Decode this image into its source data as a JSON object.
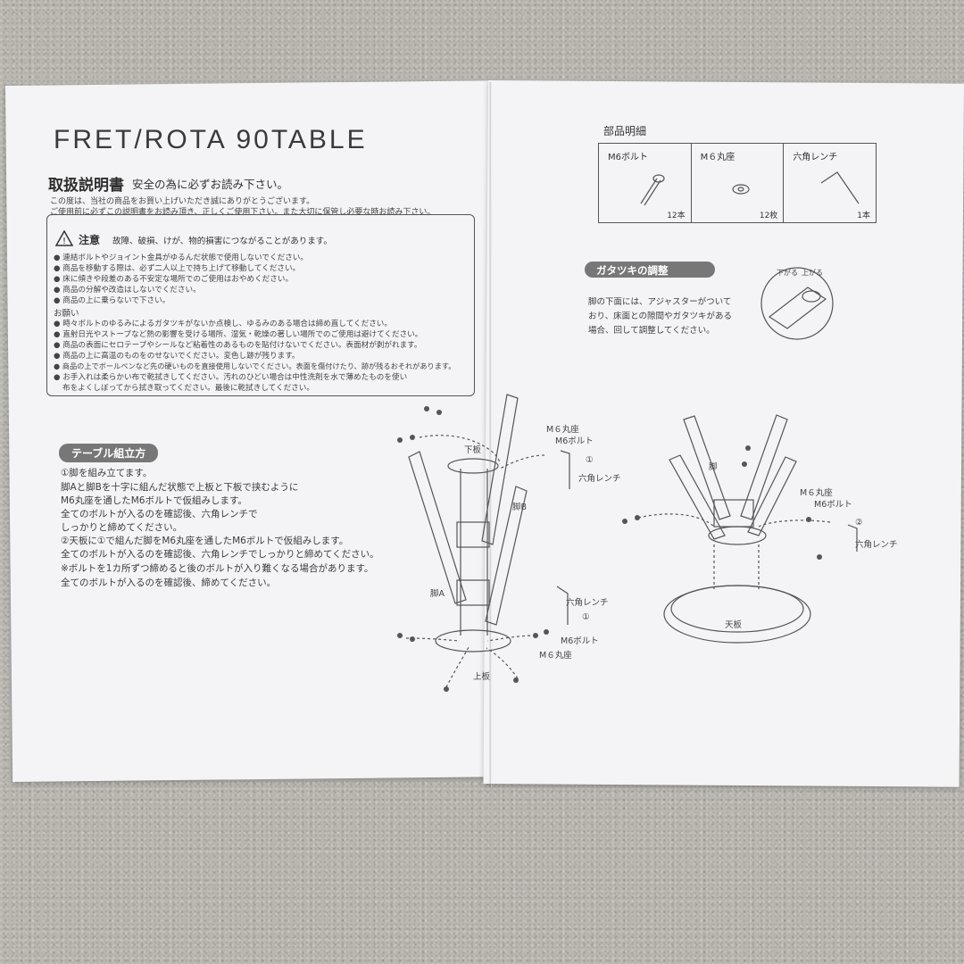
{
  "title": "FRET/ROTA 90TABLE",
  "heading": "取扱説明書",
  "subheading": "安全の為に必ずお読み下さい。",
  "intro": [
    "この度は、当社の商品をお買い上げいただき誠にありがとうございます。",
    "ご使用前に必ずこの説明書をお読み頂き、正しくご使用下さい。また大切に保管し必要な時お読み下さい。"
  ],
  "caution": {
    "label": "注意",
    "text": "故障、破損、けが、物的損害につながることがあります。",
    "items": [
      "連結ボルトやジョイント金具がゆるんだ状態で使用しないでください。",
      "商品を移動する際は、必ず二人以上で持ち上げて移動してください。",
      "床に傾きや段差のある不安定な場所でのご使用はおやめください。",
      "商品の分解や改造はしないでください。",
      "商品の上に乗らないで下さい。"
    ],
    "request_label": "お願い",
    "requests": [
      "時々ボルトのゆるみによるガタツキがないか点検し、ゆるみのある場合は締め直してください。",
      "直射日光やストーブなど熱の影響を受ける場所、湿気・乾燥の著しい場所でのご使用は避けてください。",
      "商品の表面にセロテープやシールなど粘着性のあるものを貼付けないでください。表面材が剥がれます。",
      "商品の上に高温のものをのせないでください。変色し跡が残ります。",
      "商品の上でボールペンなど先の硬いものを直接使用しないでください。表面を傷付けたり、跡が残るおそれがあります。",
      "お手入れは柔らかい布で乾拭きしてください。汚れのひどい場合は中性洗剤を水で薄めたものを使い",
      "布をよくしぼってから拭き取ってください。最後に乾拭きしてください。"
    ]
  },
  "assembly": {
    "section_title": "テーブル組立方",
    "lines": [
      "①脚を組み立てます。",
      "脚Aと脚Bを十字に組んだ状態で上板と下板で挟むように",
      "M6丸座を通したM6ボルトで仮組みします。",
      "全てのボルトが入るのを確認後、六角レンチで",
      "しっかりと締めてください。",
      "②天板に①で組んだ脚をM6丸座を通したM6ボルトで仮組みします。",
      "全てのボルトが入るのを確認後、六角レンチでしっかりと締めてください。",
      "※ボルトを1カ所ずつ締めると後のボルトが入り難くなる場合があります。",
      "全てのボルトが入るのを確認後、締めてください。"
    ],
    "labels": {
      "shitaita": "下板",
      "kyaku_b": "脚B",
      "kyaku_a": "脚A",
      "uwaita": "上板",
      "m6_washer": "M６丸座",
      "m6_bolt": "M6ボルト",
      "hex_wrench": "六角レンチ",
      "step1": "①",
      "step2": "②",
      "kyaku": "脚",
      "tenban": "天板"
    }
  },
  "parts": {
    "title": "部品明細",
    "items": [
      {
        "name": "M6ボルト",
        "qty": "12本"
      },
      {
        "name": "M６丸座",
        "qty": "12枚"
      },
      {
        "name": "六角レンチ",
        "qty": "1本"
      }
    ]
  },
  "adjust": {
    "section_title": "ガタツキの調整",
    "lines": [
      "脚の下面には、アジャスターがついて",
      "おり、床面との隙間やガタツキがある",
      "場合、回して調整してください。"
    ],
    "down_label": "下がる",
    "up_label": "上がる"
  }
}
